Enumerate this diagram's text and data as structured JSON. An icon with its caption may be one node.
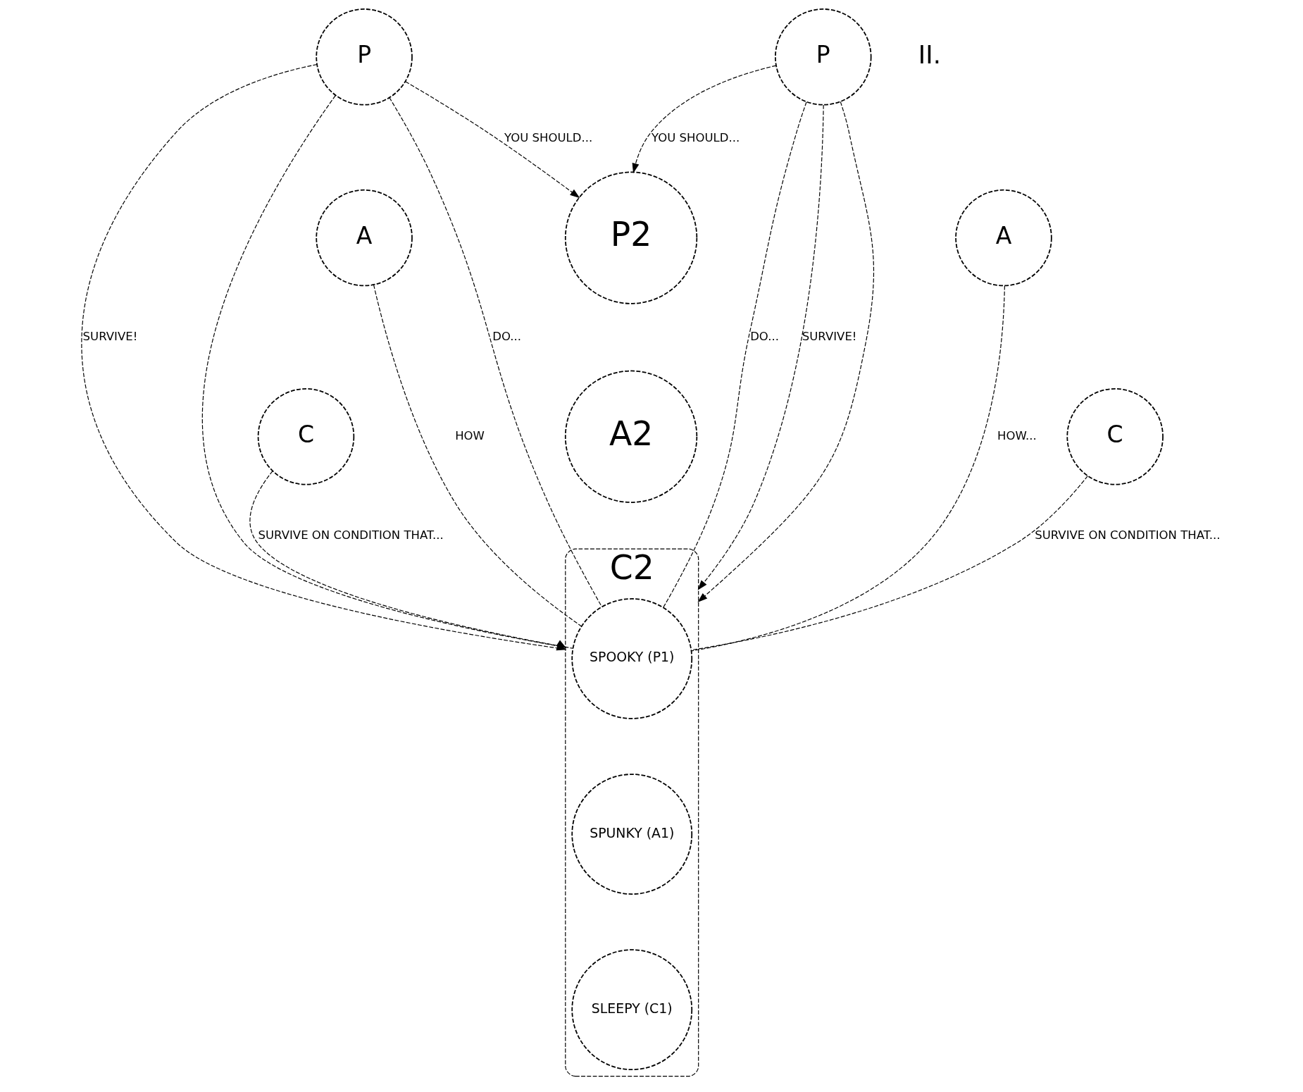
{
  "diagram": {
    "nodes": [
      {
        "text": [
          "P"
        ]
      },
      {
        "text": [
          "A"
        ]
      },
      {
        "text": [
          "C"
        ]
      },
      {
        "text": [
          "P2"
        ]
      },
      {
        "text": [
          "A2"
        ]
      },
      {
        "text": [
          "C2"
        ]
      },
      {
        "text": [
          "SPOOKY (P1)"
        ],
        "in": 5
      },
      {
        "text": [
          "SPUNKY (A1)"
        ],
        "in": 5
      },
      {
        "text": [
          "SLEEPY (C1)"
        ],
        "in": 5
      },
      {
        "text": [
          "P"
        ]
      },
      {
        "text": [
          "A"
        ]
      },
      {
        "text": [
          "C"
        ]
      }
    ],
    "edges": [
      {
        "from": 0,
        "to": 3,
        "arrow": "to",
        "label": "YOU SHOULD..."
      },
      {
        "from": 9,
        "to": 3,
        "arrow": "to",
        "label": "YOU SHOULD..."
      },
      {
        "from": 0,
        "to": 6,
        "arrow": "none",
        "label": "DO..."
      },
      {
        "from": 1,
        "to": 6,
        "arrow": "none",
        "label": "HOW"
      },
      {
        "from": 2,
        "to": 6,
        "arrow": "none",
        "label": "SURVIVE ON CONDITION THAT..."
      },
      {
        "from": 9,
        "to": 6,
        "arrow": "none",
        "label": "DO..."
      },
      {
        "from": 10,
        "to": 6,
        "arrow": "none",
        "label": "HOW..."
      },
      {
        "from": 11,
        "to": 6,
        "arrow": "none",
        "label": "SURVIVE ON CONDITION THAT..."
      },
      {
        "from": 0,
        "to": 5,
        "arrow": "to",
        "label": "SURVIVE!"
      },
      {
        "from": 0,
        "to": 5,
        "arrow": "to"
      },
      {
        "from": 9,
        "to": 5,
        "arrow": "to",
        "label": "SURVIVE!"
      },
      {
        "from": 9,
        "to": 5,
        "arrow": "to"
      }
    ],
    "labels": [
      "II."
    ]
  }
}
